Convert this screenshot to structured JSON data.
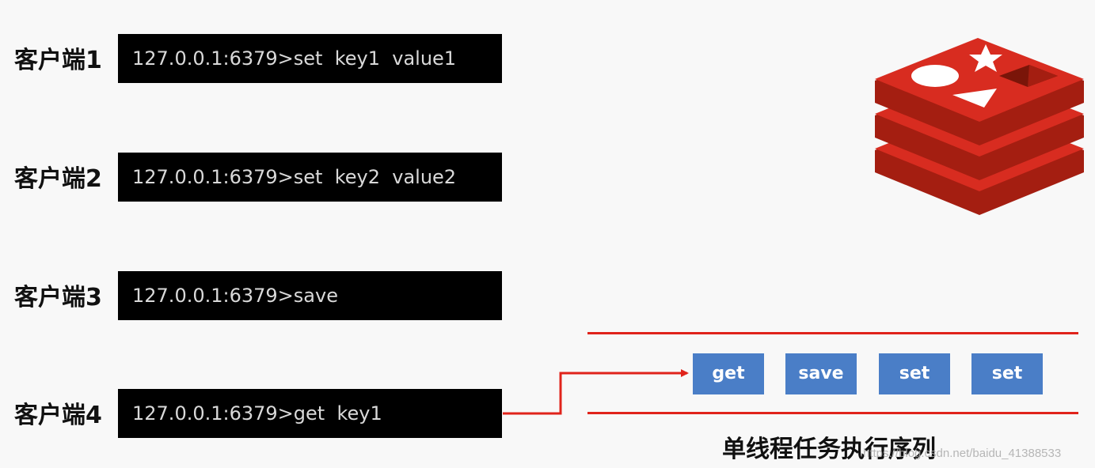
{
  "clients": [
    {
      "label": "客户端1",
      "command": "127.0.0.1:6379>set  key1  value1"
    },
    {
      "label": "客户端2",
      "command": "127.0.0.1:6379>set  key2  value2"
    },
    {
      "label": "客户端3",
      "command": "127.0.0.1:6379>save"
    },
    {
      "label": "客户端4",
      "command": "127.0.0.1:6379>get  key1"
    }
  ],
  "queue": {
    "tasks": [
      "get",
      "save",
      "set",
      "set"
    ],
    "title": "单线程任务执行序列"
  },
  "watermark": "https://blog.csdn.net/baidu_41388533",
  "colors": {
    "rail": "#e0231b",
    "task": "#4a7ec7",
    "terminal": "#000000",
    "logo": "#d82c20"
  },
  "logo_icon": "redis-logo-icon"
}
